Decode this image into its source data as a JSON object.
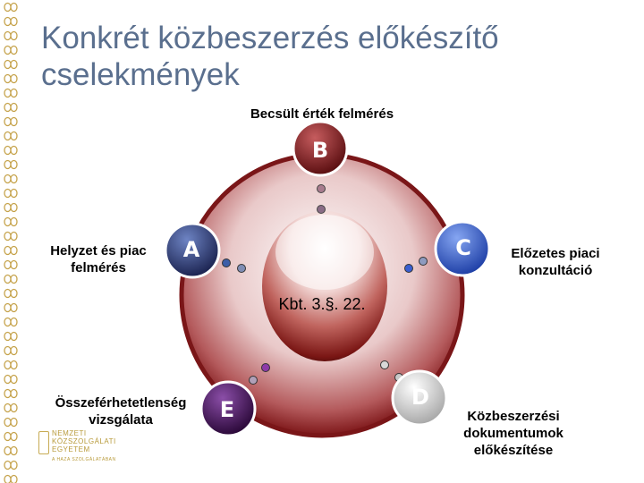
{
  "title_line1": "Konkrét közbeszerzés előkészítő",
  "title_line2": "cselekmények",
  "center_label": "Kbt. 3.§. 22.",
  "nodes": {
    "A": {
      "letter": "A",
      "label1": "Helyzet és piac",
      "label2": "felmérés"
    },
    "B": {
      "letter": "B",
      "label1": "Becsült érték felmérés"
    },
    "C": {
      "letter": "C",
      "label1": "Előzetes piaci",
      "label2": "konzultáció"
    },
    "D": {
      "letter": "D",
      "label1": "Közbeszerzési",
      "label2": "dokumentumok",
      "label3": "előkészítése"
    },
    "E": {
      "letter": "E",
      "label1": "Összeférhetetlenség",
      "label2": "vizsgálata"
    }
  },
  "logo": {
    "line1": "NEMZETI",
    "line2": "KÖZSZOLGÁLATI",
    "line3": "EGYETEM",
    "line4": "A HAZA SZOLGÁLATÁBAN"
  },
  "colors": {
    "title": "#5a6f8e",
    "border_ornament": "#c5a24a",
    "big_circle": "#8e1d1f",
    "node_A": "#2f3d75",
    "node_B": "#8a1a1c",
    "node_C": "#3e63c8",
    "node_D": "#d8d8d8",
    "node_E": "#4a1560"
  }
}
